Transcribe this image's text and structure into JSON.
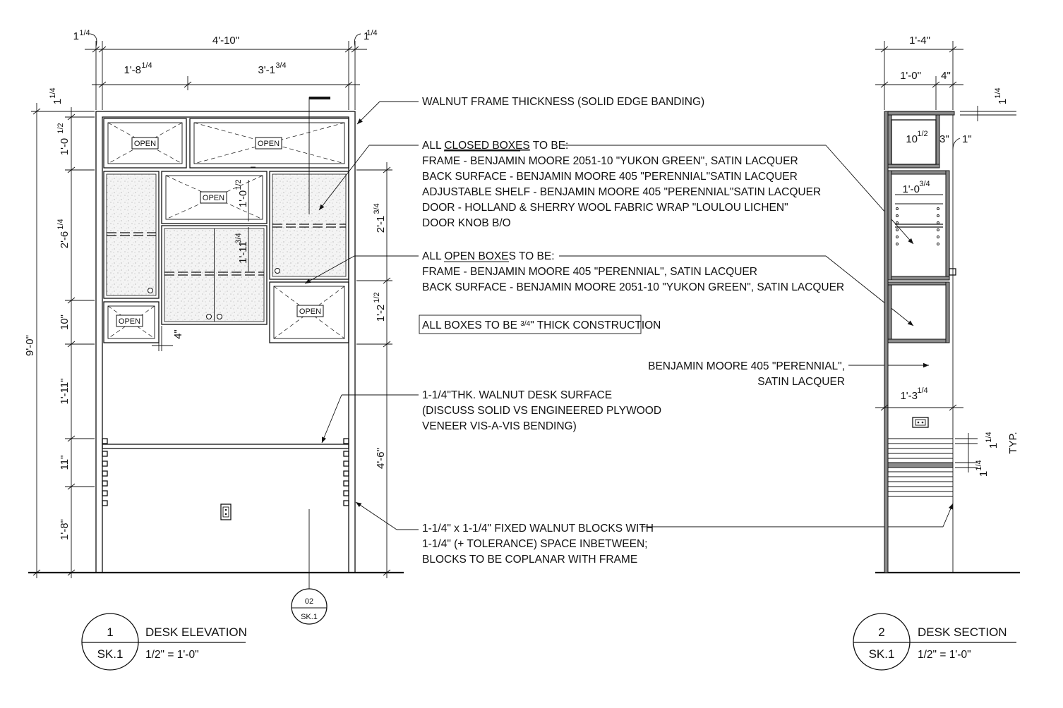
{
  "dimensions": {
    "top_overall": "4'-10\"",
    "top_left": "1'-8",
    "top_left_frac": "1/4",
    "top_right": "3'-1",
    "top_right_frac": "3/4",
    "corner": "1",
    "corner_frac": "1/4",
    "height_total": "9'-0\"",
    "h_top_box": "1'-0",
    "h_top_box_frac": "1/2",
    "h_mid": "2'-6",
    "h_mid_frac": "1/4",
    "h_lower": "10\"",
    "h_knee": "1'-11\"",
    "h_blocks": "11\"",
    "h_base": "1'-8\"",
    "right_upper": "2'-1",
    "right_upper_frac": "3/4",
    "right_lower_box": "1'-2",
    "right_lower_box_frac": "1/2",
    "right_desk": "4'-6\"",
    "inner_box": "1'-0",
    "inner_box_frac": "1/2",
    "inner_door": "1'-11",
    "inner_door_frac": "3/4",
    "gap": "4\"",
    "sec_overall": "1'-4\"",
    "sec_a": "1'-0\"",
    "sec_b": "4\"",
    "sec_box1": "10",
    "sec_box1_frac": "1/2",
    "sec_box1_b": "3\"",
    "sec_box1_c": "1\"",
    "sec_box2": "1'-0",
    "sec_box2_frac": "3/4",
    "sec_desk": "1'-3",
    "sec_desk_frac": "1/4",
    "typ": "TYP."
  },
  "open_label": "OPEN",
  "notes": {
    "frame": "WALNUT FRAME THICKNESS (SOLID EDGE BANDING)",
    "closed_prefix": "ALL ",
    "closed_underlined": "CLOSED BOXES",
    "closed_suffix": " TO BE:",
    "closed_lines": [
      "FRAME - BENJAMIN MOORE 2051-10 \"YUKON GREEN\", SATIN LACQUER",
      "BACK SURFACE - BENJAMIN MOORE 405 \"PERENNIAL\"SATIN LACQUER",
      "ADJUSTABLE SHELF - BENJAMIN MOORE 405 \"PERENNIAL\"SATIN LACQUER",
      "DOOR - HOLLAND & SHERRY WOOL FABRIC WRAP \"LOULOU LICHEN\"",
      "DOOR KNOB B/O"
    ],
    "open_prefix": "ALL ",
    "open_underlined": "OPEN BOXES",
    "open_suffix": " TO BE:",
    "open_lines": [
      "FRAME - BENJAMIN MOORE 405 \"PERENNIAL\", SATIN LACQUER",
      "BACK SURFACE - BENJAMIN MOORE 2051-10 \"YUKON GREEN\", SATIN LACQUER"
    ],
    "boxes_prefix": "ALL BOXES TO BE ",
    "boxes_frac": "3/4",
    "boxes_suffix": "\" THICK CONSTRUCTION",
    "perennial_1": "BENJAMIN MOORE 405 \"PERENNIAL\",",
    "perennial_2": "SATIN LACQUER",
    "desk_lines": [
      "1-1/4\"THK. WALNUT DESK SURFACE",
      "(DISCUSS SOLID VS ENGINEERED PLYWOOD",
      "VENEER VIS-A-VIS BENDING)"
    ],
    "block_lines": [
      "1-1/4\" x 1-1/4\" FIXED WALNUT BLOCKS WITH",
      "1-1/4\" (+ TOLERANCE) SPACE INBETWEEN;",
      "BLOCKS TO BE COPLANAR WITH FRAME"
    ]
  },
  "section_callout": {
    "num": "02",
    "sheet": "SK.1"
  },
  "title_1": {
    "num": "1",
    "sheet": "SK.1",
    "name": "DESK ELEVATION",
    "scale": "1/2\" = 1'-0\""
  },
  "title_2": {
    "num": "2",
    "sheet": "SK.1",
    "name": "DESK SECTION",
    "scale": "1/2\" = 1'-0\""
  }
}
